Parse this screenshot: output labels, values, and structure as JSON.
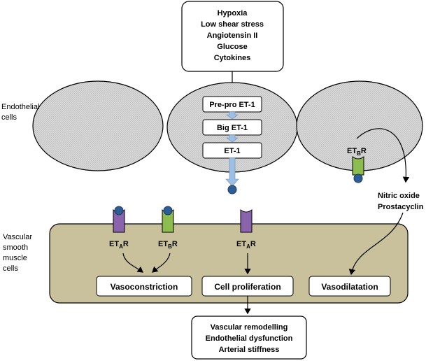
{
  "stimuli_box": {
    "lines": [
      "Hypoxia",
      "Low shear stress",
      "Angiotensin II",
      "Glucose",
      "Cytokines"
    ]
  },
  "side_labels": {
    "endothelial": [
      "Endothelial",
      "cells"
    ],
    "vsmc": [
      "Vascular",
      "smooth",
      "muscle",
      "cells"
    ]
  },
  "synthesis": {
    "prepro": "Pre-pro ET-1",
    "big": "Big ET-1",
    "et1": "ET-1"
  },
  "receptors": {
    "eta_left": {
      "main": "ET",
      "sub": "A",
      "suffix": "R"
    },
    "etb_left": {
      "main": "ET",
      "sub": "B",
      "suffix": "R"
    },
    "eta_center": {
      "main": "ET",
      "sub": "A",
      "suffix": "R"
    },
    "etb_endothelial": {
      "main": "ET",
      "sub": "B",
      "suffix": "R"
    }
  },
  "mediators": [
    "Nitric oxide",
    "Prostacyclin"
  ],
  "effects": {
    "vasoconstriction": "Vasoconstriction",
    "proliferation": "Cell proliferation",
    "vasodilatation": "Vasodilatation"
  },
  "outcome_box": {
    "lines": [
      "Vascular remodelling",
      "Endothelial dysfunction",
      "Arterial stiffness"
    ]
  },
  "colors": {
    "cell_fill": "#d4d4d4",
    "vsmc_fill": "#c9c19b",
    "eta_receptor": "#8a63ad",
    "etb_receptor": "#8cbb4e",
    "ligand": "#2e5d95",
    "synthesis_arrow": "#9cbfe3"
  }
}
